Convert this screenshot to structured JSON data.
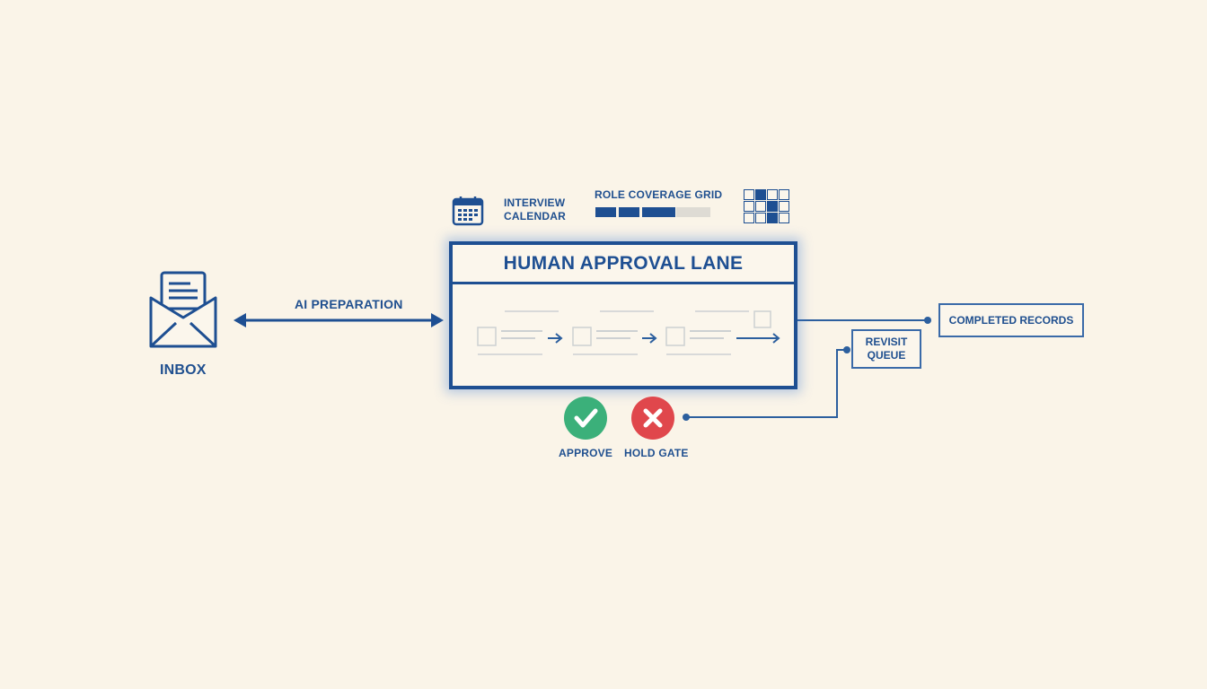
{
  "nodes": {
    "inbox": {
      "label": "INBOX",
      "icon": "envelope-inbox-icon"
    },
    "ai_preparation": {
      "label": "AI PREPARATION"
    },
    "interview_calendar": {
      "line1": "INTERVIEW",
      "line2": "CALENDAR",
      "icon": "calendar-icon"
    },
    "role_coverage_grid": {
      "label": "ROLE COVERAGE GRID",
      "progress_filled": 4,
      "progress_total": 6,
      "icon": "grid-icon"
    },
    "human_approval_lane": {
      "title": "HUMAN APPROVAL LANE"
    },
    "approve": {
      "label": "APPROVE",
      "icon": "checkmark-icon",
      "color": "#3bb07a"
    },
    "hold_gate": {
      "label": "HOLD GATE",
      "icon": "x-mark-icon",
      "color": "#e0474c"
    },
    "completed_records": {
      "label": "COMPLETED RECORDS"
    },
    "revisit_queue": {
      "line1": "REVISIT",
      "line2": "QUEUE"
    }
  },
  "colors": {
    "background": "#faf4e8",
    "primary": "#1e4f92",
    "approve": "#3bb07a",
    "hold": "#e0474c"
  }
}
